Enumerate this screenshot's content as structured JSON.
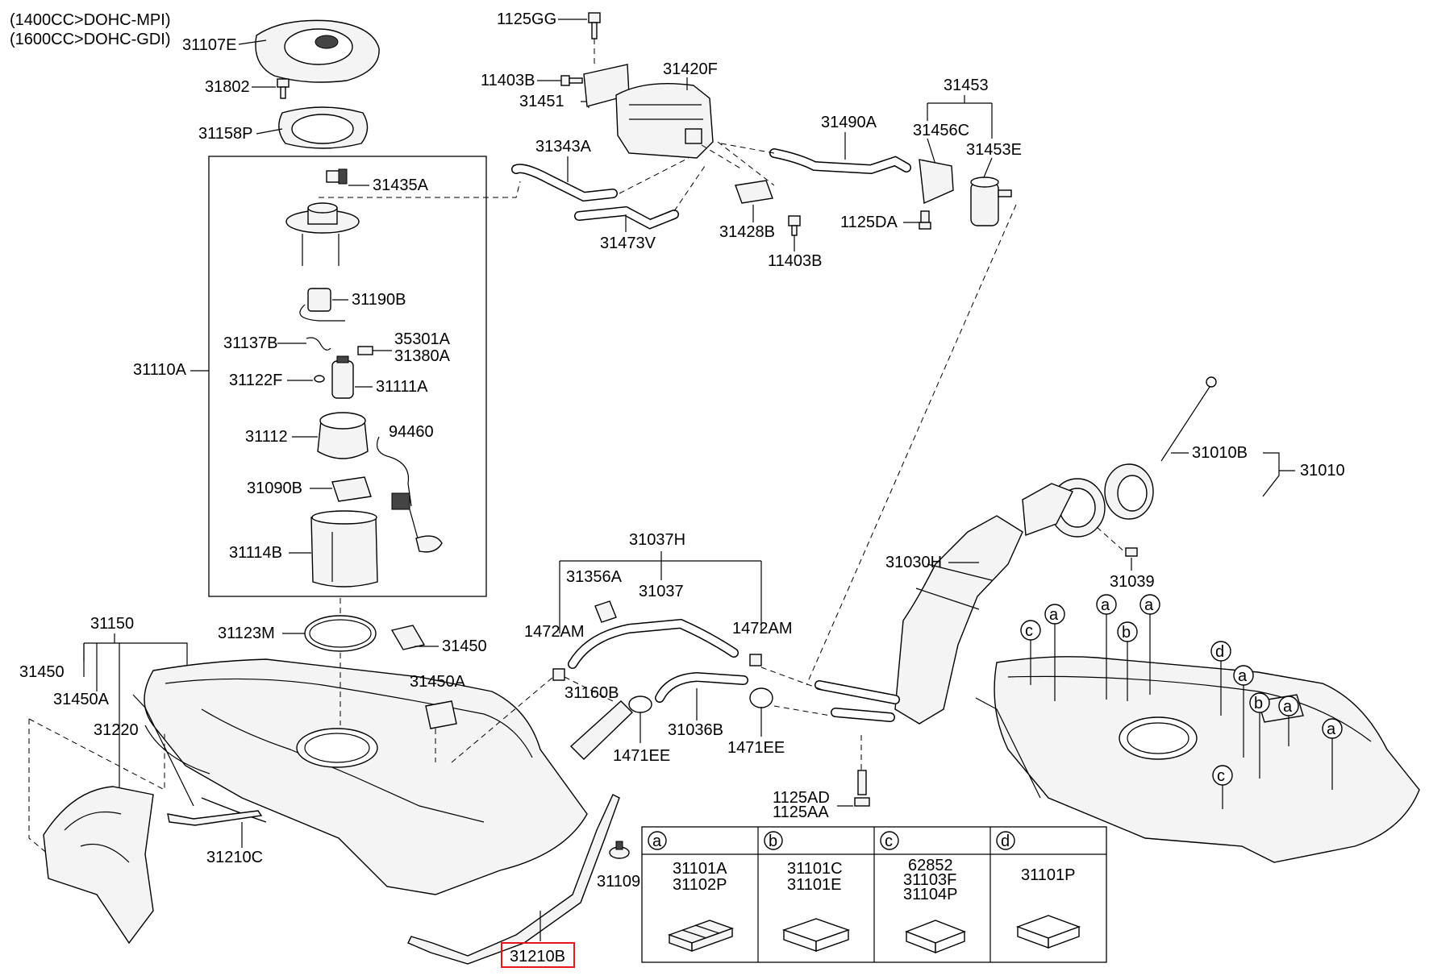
{
  "header": {
    "line1": "(1400CC>DOHC-MPI)",
    "line2": "(1600CC>DOHC-GDI)"
  },
  "labels": {
    "l31107E": "31107E",
    "l31802": "31802",
    "l31158P": "31158P",
    "l31435A": "31435A",
    "l31190B": "31190B",
    "l31137B": "31137B",
    "l35301A": "35301A",
    "l31380A": "31380A",
    "l31110A": "31110A",
    "l31122F": "31122F",
    "l31111A": "31111A",
    "l31112": "31112",
    "l94460": "94460",
    "l31090B": "31090B",
    "l31114B": "31114B",
    "l31123M": "31123M",
    "l31450": "31450",
    "l31150": "31150",
    "l31450L": "31450",
    "l31450A": "31450A",
    "l31220": "31220",
    "l31450A2": "31450A",
    "l31210C": "31210C",
    "l1125GG": "1125GG",
    "l11403B": "11403B",
    "l31451": "31451",
    "l31420F": "31420F",
    "l31343A": "31343A",
    "l31473V": "31473V",
    "l31428B": "31428B",
    "l11403B2": "11403B",
    "l31490A": "31490A",
    "l31453": "31453",
    "l31456C": "31456C",
    "l31453E": "31453E",
    "l1125DA": "1125DA",
    "l31037H": "31037H",
    "l31356A": "31356A",
    "l31037": "31037",
    "l1472AM": "1472AM",
    "l1472AM2": "1472AM",
    "l31160B": "31160B",
    "l31036B": "31036B",
    "l1471EE": "1471EE",
    "l1471EE2": "1471EE",
    "l31030H": "31030H",
    "l31010B": "31010B",
    "l31010": "31010",
    "l31039": "31039",
    "l1125AD": "1125AD",
    "l1125AA": "1125AA",
    "l31109": "31109",
    "l31210B": "31210B"
  },
  "table": {
    "cols": [
      {
        "letter": "a",
        "parts": [
          "31101A",
          "31102P"
        ]
      },
      {
        "letter": "b",
        "parts": [
          "31101C",
          "31101E"
        ]
      },
      {
        "letter": "c",
        "parts": [
          "62852",
          "31103F",
          "31104P"
        ]
      },
      {
        "letter": "d",
        "parts": [
          "31101P"
        ]
      }
    ]
  },
  "callouts": {
    "a": "a",
    "b": "b",
    "c": "c",
    "d": "d"
  },
  "highlight_color": "#e8141b"
}
